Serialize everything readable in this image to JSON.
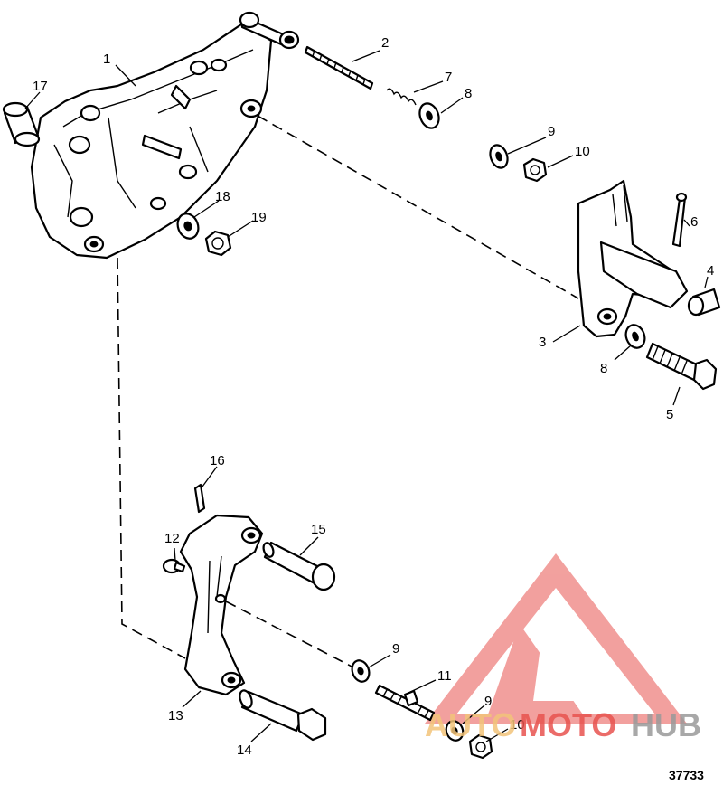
{
  "callouts": {
    "c1": "1",
    "c2": "2",
    "c3": "3",
    "c4": "4",
    "c5": "5",
    "c6": "6",
    "c7": "7",
    "c8a": "8",
    "c8b": "8",
    "c9a": "9",
    "c9b": "9",
    "c9c": "9",
    "c10a": "10",
    "c10b": "10",
    "c11": "11",
    "c12": "12",
    "c13": "13",
    "c14": "14",
    "c15": "15",
    "c16": "16",
    "c17": "17",
    "c18": "18",
    "c19": "19"
  },
  "figure_number": "37733",
  "watermark": {
    "part1": "AUTO",
    "part2": "MOTO",
    "part3": "HUB",
    "color_orange": "#f3c47a",
    "color_red": "#e8534f",
    "color_gray": "#9a9a9a"
  }
}
